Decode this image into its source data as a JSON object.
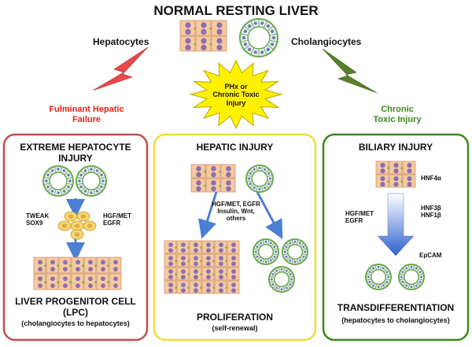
{
  "title": "NORMAL RESTING LIVER",
  "top": {
    "hepatocytes_label": "Hepatocytes",
    "cholangiocytes_label": "Cholangiocytes"
  },
  "center_burst": {
    "lines": [
      "PHx or",
      "Chronic Toxic",
      "Injury"
    ]
  },
  "left_trigger": {
    "lines": [
      "Fulminant Hepatic",
      "Failure"
    ],
    "color": "#e2231a"
  },
  "right_trigger": {
    "lines": [
      "Chronic",
      "Toxic Injury"
    ],
    "color": "#3a8a1a"
  },
  "panels": {
    "left": {
      "border_color": "#c0504d",
      "title_lines": [
        "EXTREME HEPATOCYTE",
        "INJURY"
      ],
      "factors_left": [
        "TWEAK",
        "SOX9"
      ],
      "factors_right": [
        "HGF/MET",
        "EGFR"
      ],
      "result_lines": [
        "LIVER PROGENITOR CELL",
        "(LPC)"
      ],
      "result_sub": "(cholangiocytes to hepatocytes)"
    },
    "center": {
      "border_color": "#f0dc3c",
      "title": "HEPATIC INJURY",
      "factors": [
        "HGF/MET, EGFR",
        "Insulin, Wnt,",
        "others"
      ],
      "result": "PROLIFERATION",
      "result_sub": "(self-renewal)"
    },
    "right": {
      "border_color": "#3a8a1a",
      "title": "BILIARY INJURY",
      "marker_top": "HNF4α",
      "factors_left": [
        "HGF/MET",
        "EGFR"
      ],
      "factors_right": [
        "HNF3β",
        "HNF1β"
      ],
      "marker_bottom": "EpCAM",
      "result": "TRANSDIFFERENTIATION",
      "result_sub": "(hepatocytes to cholangiocytes)"
    }
  },
  "colors": {
    "hepatocyte_fill": "#f6c9a0",
    "hepatocyte_nucleus": "#8a6fb0",
    "hepatocyte_junction": "#59b848",
    "cholangiocyte_fill": "#bfe6ea",
    "cholangiocyte_edge": "#6aa84f",
    "lpc_fill": "#f5d76e",
    "arrow_blue": "#4a7fd4",
    "burst_fill": "#fff200"
  },
  "icons": {
    "hepatocyte_cluster": "hepatocyte-sheet-icon",
    "cholangiocyte_ring": "bile-duct-ring-icon",
    "lightning_red": "lightning-bolt-icon",
    "lightning_green": "lightning-bolt-icon",
    "burst": "starburst-icon"
  }
}
